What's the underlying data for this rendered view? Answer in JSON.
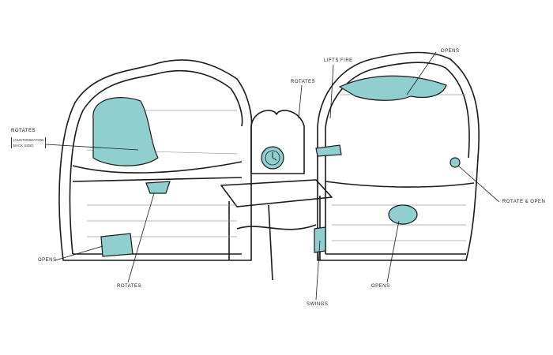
{
  "colors": {
    "accent": "#8fcfcf",
    "ink": "#1a1a1a",
    "pencil": "#9a9a9a"
  },
  "annotations": {
    "rotates_bed": "Rotates",
    "rotates_bed_note_1": "(customization",
    "rotates_bed_note_2": "back side)",
    "rotates_clock": "Rotates",
    "lifts_fire": "Lifts fire",
    "opens_canopy": "Opens",
    "rotate_open": "Rotate & open",
    "opens_chest": "Opens",
    "rotates_chair": "Rotates",
    "swings": "Swings",
    "opens_table": "Opens"
  }
}
